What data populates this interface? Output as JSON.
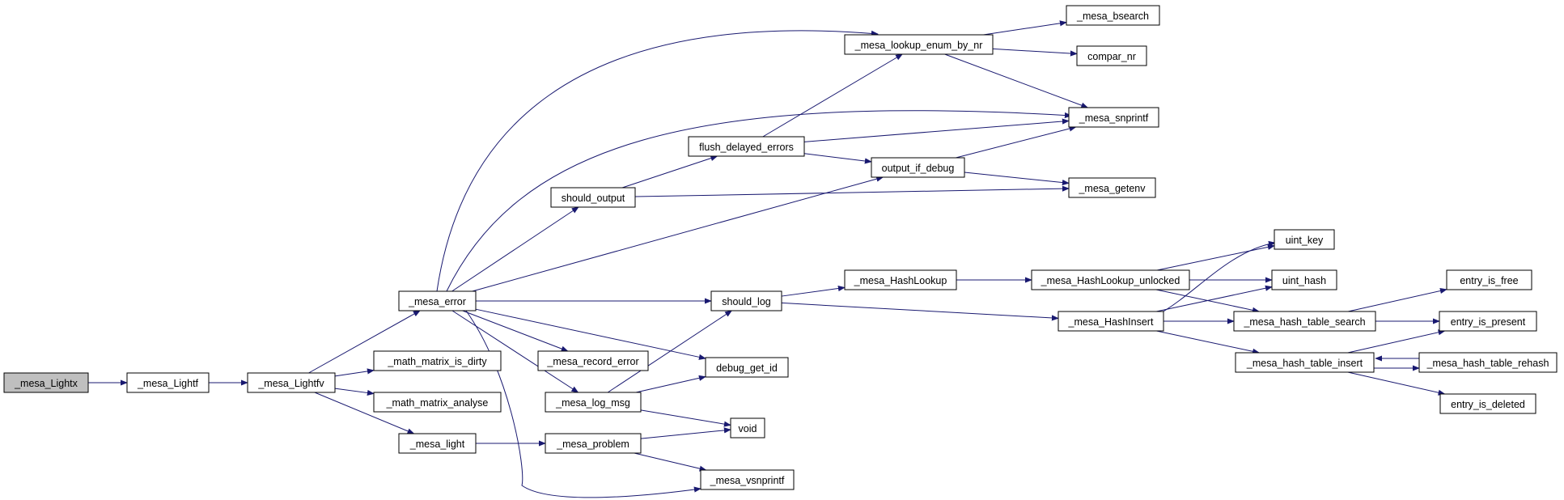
{
  "colors": {
    "edge": "#191970",
    "root_fill": "#bfbfbf",
    "node_fill": "#ffffff",
    "node_stroke": "#000000"
  },
  "nodes": [
    {
      "id": "mesa_Lightx",
      "label": "_mesa_Lightx"
    },
    {
      "id": "mesa_Lightf",
      "label": "_mesa_Lightf"
    },
    {
      "id": "mesa_Lightfv",
      "label": "_mesa_Lightfv"
    },
    {
      "id": "mesa_error",
      "label": "_mesa_error"
    },
    {
      "id": "math_matrix_is_dirty",
      "label": "_math_matrix_is_dirty"
    },
    {
      "id": "math_matrix_analyse",
      "label": "_math_matrix_analyse"
    },
    {
      "id": "mesa_light",
      "label": "_mesa_light"
    },
    {
      "id": "should_output",
      "label": "should_output"
    },
    {
      "id": "mesa_record_error",
      "label": "_mesa_record_error"
    },
    {
      "id": "mesa_log_msg",
      "label": "_mesa_log_msg"
    },
    {
      "id": "mesa_problem",
      "label": "_mesa_problem"
    },
    {
      "id": "flush_delayed_errors",
      "label": "flush_delayed_errors"
    },
    {
      "id": "should_log",
      "label": "should_log"
    },
    {
      "id": "debug_get_id",
      "label": "debug_get_id"
    },
    {
      "id": "void",
      "label": "void"
    },
    {
      "id": "mesa_vsnprintf",
      "label": "_mesa_vsnprintf"
    },
    {
      "id": "mesa_lookup_enum_by_nr",
      "label": "_mesa_lookup_enum_by_nr"
    },
    {
      "id": "output_if_debug",
      "label": "output_if_debug"
    },
    {
      "id": "mesa_HashLookup",
      "label": "_mesa_HashLookup"
    },
    {
      "id": "mesa_HashLookup_unlocked",
      "label": "_mesa_HashLookup_unlocked"
    },
    {
      "id": "mesa_HashInsert",
      "label": "_mesa_HashInsert"
    },
    {
      "id": "mesa_bsearch",
      "label": "_mesa_bsearch"
    },
    {
      "id": "compar_nr",
      "label": "compar_nr"
    },
    {
      "id": "mesa_snprintf",
      "label": "_mesa_snprintf"
    },
    {
      "id": "mesa_getenv",
      "label": "_mesa_getenv"
    },
    {
      "id": "uint_key",
      "label": "uint_key"
    },
    {
      "id": "uint_hash",
      "label": "uint_hash"
    },
    {
      "id": "mesa_hash_table_search",
      "label": "_mesa_hash_table_search"
    },
    {
      "id": "mesa_hash_table_insert",
      "label": "_mesa_hash_table_insert"
    },
    {
      "id": "entry_is_free",
      "label": "entry_is_free"
    },
    {
      "id": "entry_is_present",
      "label": "entry_is_present"
    },
    {
      "id": "mesa_hash_table_rehash",
      "label": "_mesa_hash_table_rehash"
    },
    {
      "id": "entry_is_deleted",
      "label": "entry_is_deleted"
    }
  ],
  "edges": [
    {
      "from": "mesa_Lightx",
      "to": "mesa_Lightf"
    },
    {
      "from": "mesa_Lightf",
      "to": "mesa_Lightfv"
    },
    {
      "from": "mesa_Lightfv",
      "to": "mesa_error"
    },
    {
      "from": "mesa_Lightfv",
      "to": "math_matrix_is_dirty"
    },
    {
      "from": "mesa_Lightfv",
      "to": "math_matrix_analyse"
    },
    {
      "from": "mesa_Lightfv",
      "to": "mesa_light"
    },
    {
      "from": "mesa_error",
      "to": "mesa_lookup_enum_by_nr"
    },
    {
      "from": "mesa_error",
      "to": "mesa_snprintf"
    },
    {
      "from": "mesa_error",
      "to": "should_output"
    },
    {
      "from": "mesa_error",
      "to": "output_if_debug"
    },
    {
      "from": "mesa_error",
      "to": "should_log"
    },
    {
      "from": "mesa_error",
      "to": "mesa_record_error"
    },
    {
      "from": "mesa_error",
      "to": "debug_get_id"
    },
    {
      "from": "mesa_error",
      "to": "mesa_log_msg"
    },
    {
      "from": "mesa_error",
      "to": "mesa_vsnprintf"
    },
    {
      "from": "mesa_light",
      "to": "mesa_problem"
    },
    {
      "from": "should_output",
      "to": "flush_delayed_errors"
    },
    {
      "from": "should_output",
      "to": "mesa_getenv"
    },
    {
      "from": "mesa_log_msg",
      "to": "should_log"
    },
    {
      "from": "mesa_log_msg",
      "to": "debug_get_id"
    },
    {
      "from": "mesa_log_msg",
      "to": "void"
    },
    {
      "from": "mesa_problem",
      "to": "void"
    },
    {
      "from": "mesa_problem",
      "to": "mesa_vsnprintf"
    },
    {
      "from": "flush_delayed_errors",
      "to": "mesa_lookup_enum_by_nr"
    },
    {
      "from": "flush_delayed_errors",
      "to": "mesa_snprintf"
    },
    {
      "from": "flush_delayed_errors",
      "to": "output_if_debug"
    },
    {
      "from": "mesa_lookup_enum_by_nr",
      "to": "mesa_bsearch"
    },
    {
      "from": "mesa_lookup_enum_by_nr",
      "to": "compar_nr"
    },
    {
      "from": "mesa_lookup_enum_by_nr",
      "to": "mesa_snprintf"
    },
    {
      "from": "output_if_debug",
      "to": "mesa_snprintf"
    },
    {
      "from": "output_if_debug",
      "to": "mesa_getenv"
    },
    {
      "from": "should_log",
      "to": "mesa_HashLookup"
    },
    {
      "from": "should_log",
      "to": "mesa_HashInsert"
    },
    {
      "from": "mesa_HashLookup",
      "to": "mesa_HashLookup_unlocked"
    },
    {
      "from": "mesa_HashLookup_unlocked",
      "to": "uint_key"
    },
    {
      "from": "mesa_HashLookup_unlocked",
      "to": "uint_hash"
    },
    {
      "from": "mesa_HashLookup_unlocked",
      "to": "mesa_hash_table_search"
    },
    {
      "from": "mesa_HashInsert",
      "to": "uint_key"
    },
    {
      "from": "mesa_HashInsert",
      "to": "uint_hash"
    },
    {
      "from": "mesa_HashInsert",
      "to": "mesa_hash_table_search"
    },
    {
      "from": "mesa_HashInsert",
      "to": "mesa_hash_table_insert"
    },
    {
      "from": "mesa_hash_table_search",
      "to": "entry_is_free"
    },
    {
      "from": "mesa_hash_table_search",
      "to": "entry_is_present"
    },
    {
      "from": "mesa_hash_table_insert",
      "to": "entry_is_present"
    },
    {
      "from": "mesa_hash_table_insert",
      "to": "mesa_hash_table_rehash"
    },
    {
      "from": "mesa_hash_table_insert",
      "to": "entry_is_deleted"
    },
    {
      "from": "mesa_hash_table_rehash",
      "to": "mesa_hash_table_insert"
    }
  ]
}
